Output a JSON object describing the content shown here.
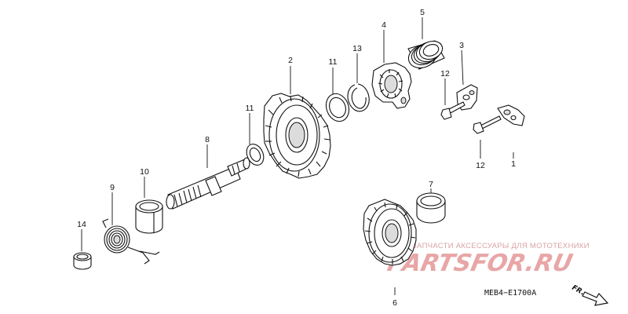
{
  "diagram": {
    "callouts": {
      "p1": "1",
      "p2": "2",
      "p3": "3",
      "p4": "4",
      "p5": "5",
      "p6": "6",
      "p7": "7",
      "p8": "8",
      "p9": "9",
      "p10": "10",
      "p11a": "11",
      "p11b": "11",
      "p12a": "12",
      "p12b": "12",
      "p13": "13",
      "p14": "14"
    },
    "diagram_code": "MEB4−E1700A",
    "direction_label": "FR."
  },
  "watermark": {
    "text": "ЗАПЧАСТИ АКСЕССУАРЫ ДЛЯ МОТОТЕХНИКИ",
    "logo": "PARTSFOR.RU"
  }
}
